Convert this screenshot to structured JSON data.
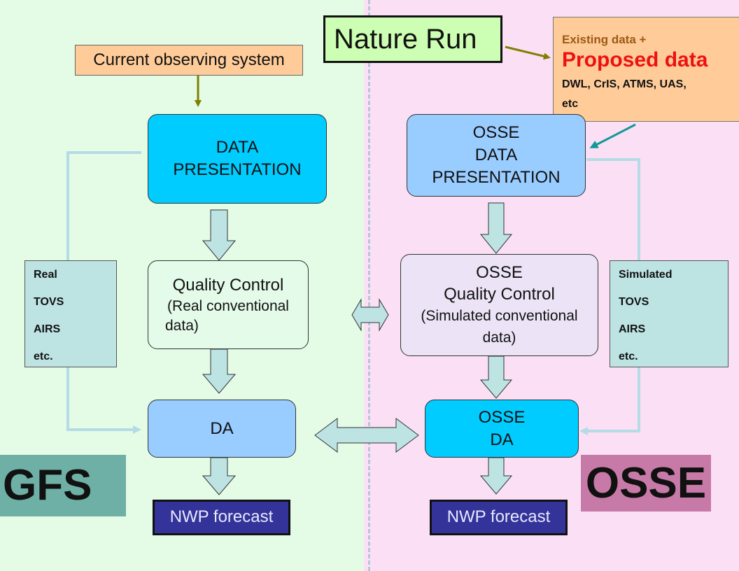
{
  "nature_run": {
    "label": "Nature Run"
  },
  "current_observing_system": {
    "label": "Current observing system"
  },
  "proposed_data": {
    "line1": "Existing data  +",
    "line2": "Proposed data",
    "line3": "DWL, CrIS, ATMS, UAS,",
    "line4": "etc"
  },
  "gfs": {
    "data_presentation": {
      "line1": "DATA",
      "line2": "PRESENTATION"
    },
    "quality_control": {
      "line1": "Quality Control",
      "line2": "(Real conventional",
      "line3": "data)"
    },
    "da": {
      "label": "DA"
    },
    "nwp": {
      "label": "NWP forecast"
    },
    "side_box": {
      "items": [
        "Real",
        "TOVS",
        "AIRS",
        "etc."
      ]
    },
    "label": "GFS"
  },
  "osse": {
    "data_presentation": {
      "line1": "OSSE",
      "line2": "DATA",
      "line3": "PRESENTATION"
    },
    "quality_control": {
      "line1": "OSSE",
      "line2": "Quality Control",
      "line3": "(Simulated conventional",
      "line4": "data)"
    },
    "da": {
      "line1": "OSSE",
      "line2": "DA"
    },
    "nwp": {
      "label": "NWP forecast"
    },
    "side_box": {
      "items": [
        "Simulated",
        "TOVS",
        "AIRS",
        "etc."
      ]
    },
    "label": "OSSE"
  },
  "colors": {
    "left_background": "#e4fbe6",
    "right_background": "#fbe0f5",
    "arrow_fill": "#bde3e3",
    "connector": "#b4dbe6",
    "nature_arrow": "#808000",
    "proposed_arrow": "#119999"
  }
}
